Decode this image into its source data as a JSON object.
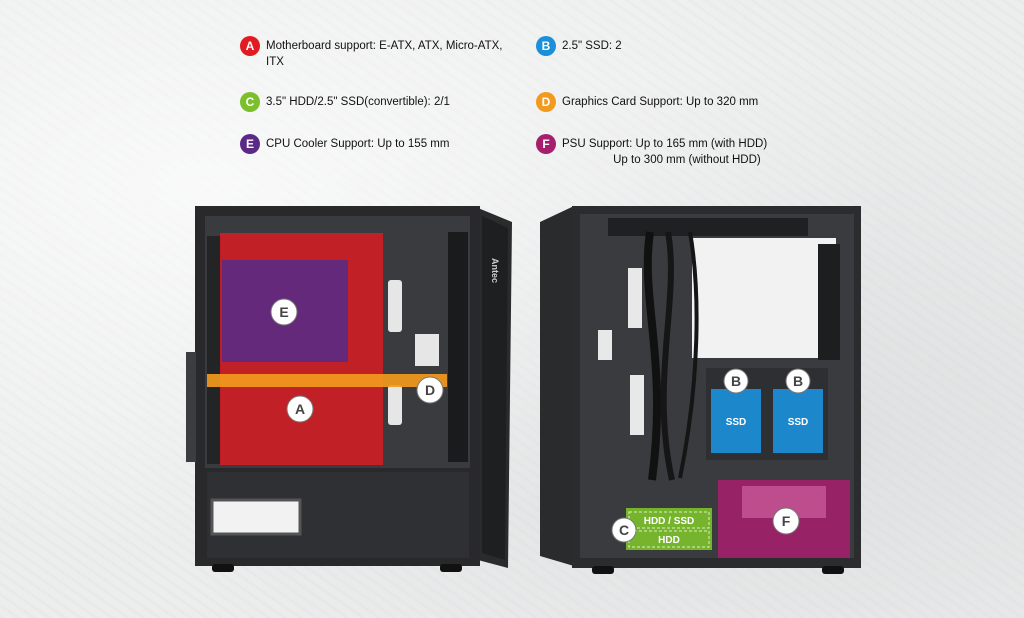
{
  "colors": {
    "A": "#e11b22",
    "B": "#1b8fd8",
    "C": "#7bbf2a",
    "D": "#f29a1d",
    "E": "#5b2a86",
    "F": "#a51f6c"
  },
  "specs": [
    {
      "letter": "A",
      "text": "Motherboard support: E-ATX, ATX, Micro-ATX,\nITX"
    },
    {
      "letter": "B",
      "text": "2.5\" SSD: 2"
    },
    {
      "letter": "C",
      "text": "3.5\" HDD/2.5\" SSD(convertible): 2/1"
    },
    {
      "letter": "D",
      "text": "Graphics Card Support: Up to 320 mm"
    },
    {
      "letter": "E",
      "text": "CPU Cooler Support: Up to 155 mm"
    },
    {
      "letter": "F",
      "text": "PSU Support: Up to 165 mm (with HDD)\n                Up to 300 mm (without HDD)"
    }
  ],
  "left_case": {
    "brand": "Antec",
    "markers": [
      "E",
      "A",
      "D"
    ]
  },
  "right_case": {
    "markers": [
      "B",
      "B",
      "C",
      "F"
    ],
    "ssd_label": "SSD",
    "bay_top_label": "HDD / SSD",
    "bay_bottom_label": "HDD"
  }
}
